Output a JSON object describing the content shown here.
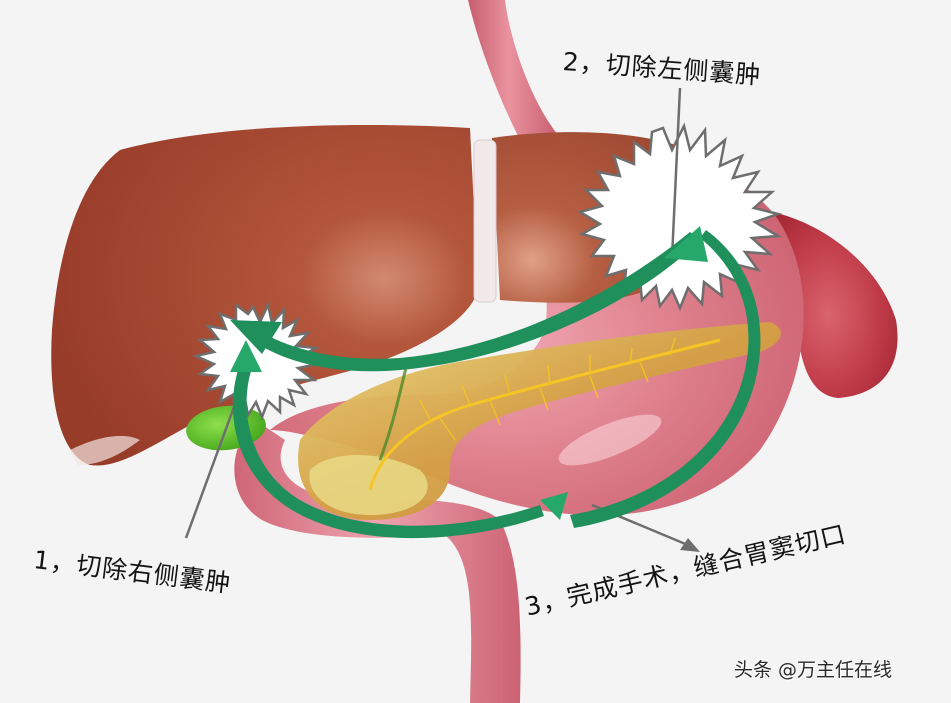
{
  "diagram": {
    "type": "anatomical-surgical-illustration",
    "subject": "liver-stomach-pancreas-duodenum",
    "steps": [
      {
        "number": "1",
        "label": "1，切除右侧囊肿"
      },
      {
        "number": "2",
        "label": "2，切除左侧囊肿"
      },
      {
        "number": "3",
        "label": "3，完成手术，缝合胃窦切口"
      }
    ],
    "watermark": "头条 @万主任在线",
    "colors": {
      "background": "#f4f4f4",
      "liver": "#a4452f",
      "liver_light": "#c9735a",
      "stomach": "#d8707e",
      "stomach_light": "#eb9aa5",
      "spleen": "#b8323d",
      "esophagus": "#d97382",
      "pancreas": "#d8a548",
      "pancreas_light": "#e8cf72",
      "duct": "#f5c526",
      "gallbladder": "#58c222",
      "arrow_green": "#1f8f5b",
      "arrow_green_light": "#26a86a",
      "burst_fill": "#ffffff",
      "burst_stroke": "#6e6e6e",
      "pointer_line": "#6e6e6e",
      "ligament_band": "#f2eaea"
    }
  }
}
